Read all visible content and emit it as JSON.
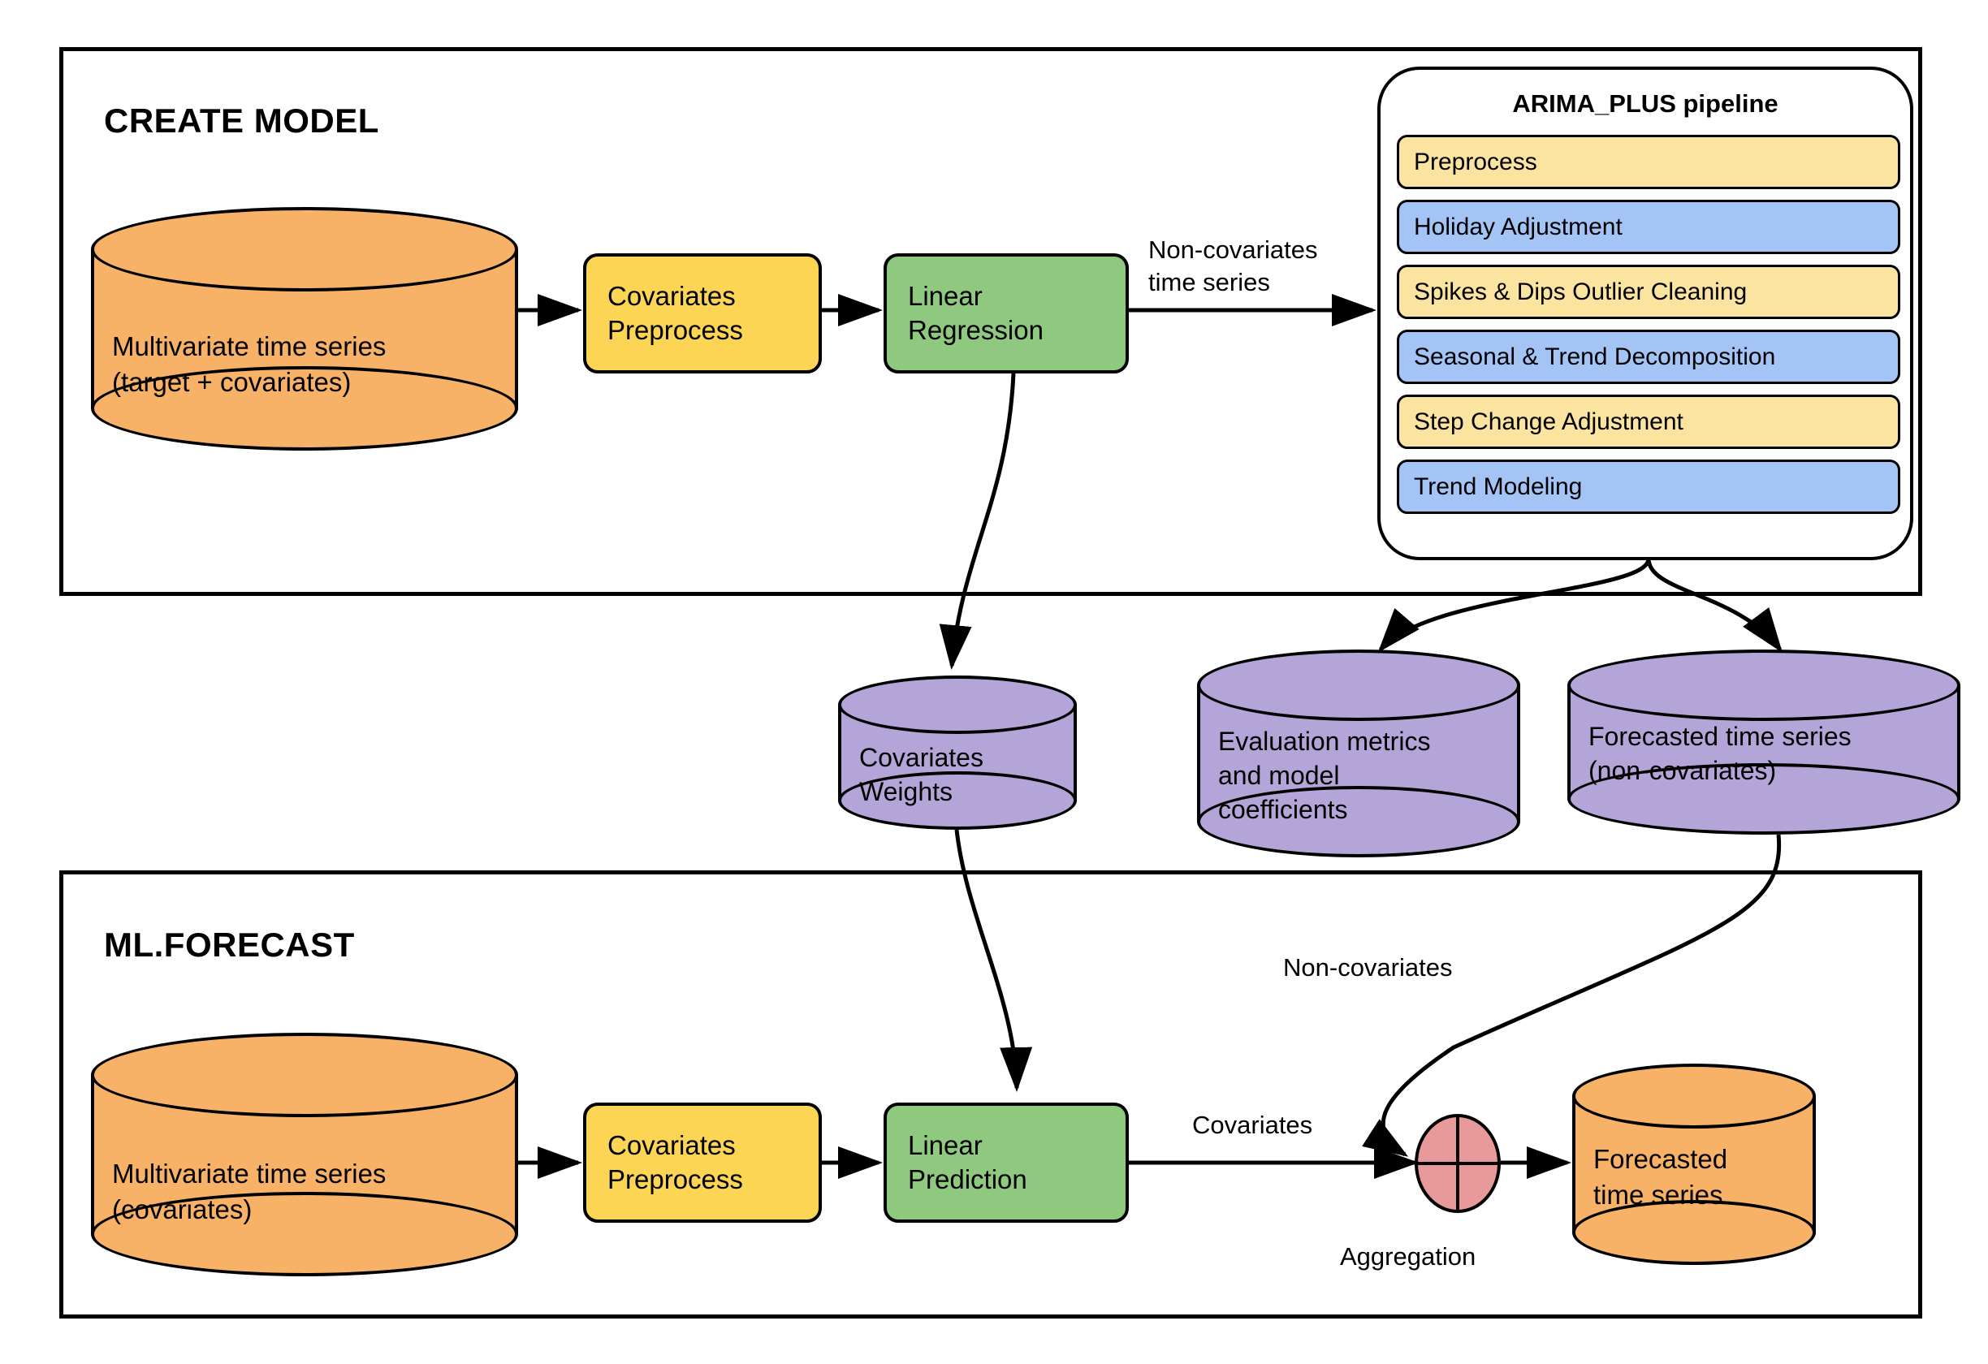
{
  "diagram": {
    "title_create_model": "CREATE MODEL",
    "title_ml_forecast": "ML.FORECAST",
    "colors": {
      "orange": "#F7B267",
      "yellow": "#FCD555",
      "yellow_light": "#FBE3A0",
      "blue_light": "#A3C4F5",
      "green": "#8FC980",
      "purple": "#B4A5D8",
      "pink": "#E89A9A",
      "stroke": "#000000",
      "background": "#FFFFFF"
    }
  },
  "create_model": {
    "title": "CREATE MODEL",
    "source_cylinder": {
      "line1": "Multivariate time series",
      "line2": "(target + covariates)"
    },
    "covariates_preprocess": {
      "line1": "Covariates",
      "line2": "Preprocess"
    },
    "linear_regression": {
      "line1": "Linear",
      "line2": "Regression"
    },
    "edge_label_noncovariates": "Non-covariates\ntime series",
    "arima": {
      "title": "ARIMA_PLUS pipeline",
      "steps": [
        {
          "label": "Preprocess",
          "color": "yellow_light"
        },
        {
          "label": "Holiday Adjustment",
          "color": "blue_light"
        },
        {
          "label": "Spikes & Dips Outlier Cleaning",
          "color": "yellow_light"
        },
        {
          "label": "Seasonal & Trend Decomposition",
          "color": "blue_light"
        },
        {
          "label": "Step Change Adjustment",
          "color": "yellow_light"
        },
        {
          "label": "Trend Modeling",
          "color": "blue_light"
        }
      ]
    }
  },
  "outputs": [
    {
      "name": "covariates-weights",
      "line1": "Covariates",
      "line2": "Weights"
    },
    {
      "name": "evaluation-metrics",
      "line1": "Evaluation metrics",
      "line2": "and model",
      "line3": "coefficients"
    },
    {
      "name": "forecasted-non-covariates",
      "line1": "Forecasted time series",
      "line2": "(non-covariates)"
    }
  ],
  "ml_forecast": {
    "title": "ML.FORECAST",
    "source_cylinder": {
      "line1": "Multivariate time series",
      "line2": "(covariates)"
    },
    "covariates_preprocess": {
      "line1": "Covariates",
      "line2": "Preprocess"
    },
    "linear_prediction": {
      "line1": "Linear",
      "line2": "Prediction"
    },
    "edge_label_covariates": "Covariates",
    "edge_label_noncovariates": "Non-covariates",
    "aggregation_label": "Aggregation",
    "result_cylinder": {
      "line1": "Forecasted",
      "line2": "time series"
    }
  }
}
